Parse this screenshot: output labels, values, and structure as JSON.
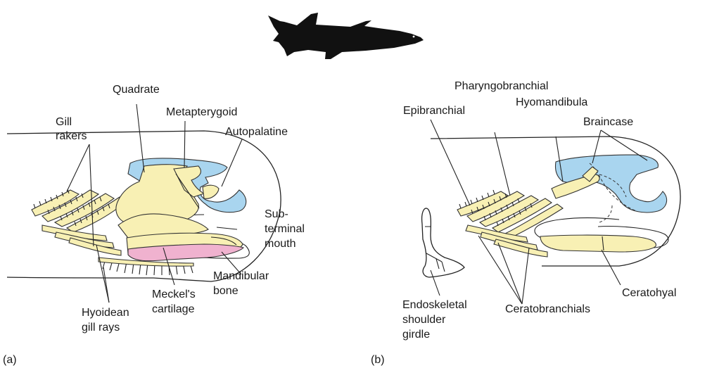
{
  "panel_a": {
    "tag": "(a)",
    "labels": {
      "gill_rakers": [
        "Gill",
        "rakers"
      ],
      "quadrate": "Quadrate",
      "metapterygoid": "Metapterygoid",
      "autopalatine": "Autopalatine",
      "subterminal_mouth": [
        "Sub-",
        "terminal",
        "mouth"
      ],
      "mandibular_bone": [
        "Mandibular",
        "bone"
      ],
      "meckels_cartilage": [
        "Meckel's",
        "cartilage"
      ],
      "hyoidean_gill_rays": [
        "Hyoidean",
        "gill rays"
      ]
    }
  },
  "panel_b": {
    "tag": "(b)",
    "labels": {
      "pharyngobranchial": "Pharyngobranchial",
      "epibranchial": "Epibranchial",
      "hyomandibula": "Hyomandibula",
      "braincase": "Braincase",
      "endoskeletal_shoulder_girdle": [
        "Endoskeletal",
        "shoulder",
        "girdle"
      ],
      "ceratobranchials": "Ceratobranchials",
      "ceratohyal": "Ceratohyal"
    }
  },
  "colors": {
    "cartilage_bone": "#f8f0b4",
    "braincase_blue": "#a9d5ef",
    "mandibular_pink": "#f0b2cf",
    "silhouette": "#111111"
  }
}
